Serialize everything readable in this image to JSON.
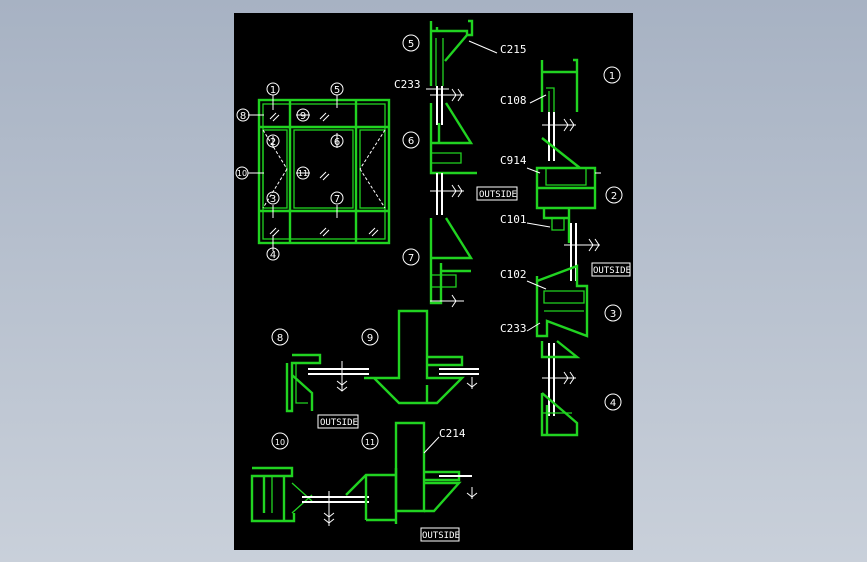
{
  "drawing": {
    "labels": {
      "c215": "C215",
      "c233_top": "C233",
      "c108": "C108",
      "c914": "C914",
      "c101": "C101",
      "c102": "C102",
      "c233_right": "C233",
      "c214": "C214"
    },
    "outside_tags": {
      "center": "OUTSIDE",
      "right": "OUTSIDE",
      "mid_left": "OUTSIDE",
      "bottom": "OUTSIDE"
    },
    "callouts": {
      "n1": "1",
      "n2": "2",
      "n3": "3",
      "n4": "4",
      "n5": "5",
      "n6": "6",
      "n7": "7",
      "n8": "8",
      "n9": "9",
      "n10": "10",
      "n11": "11"
    },
    "colors": {
      "background": "#000000",
      "profile": "#21d321",
      "line": "#ffffff",
      "canvas": "#b8c1cf"
    }
  }
}
